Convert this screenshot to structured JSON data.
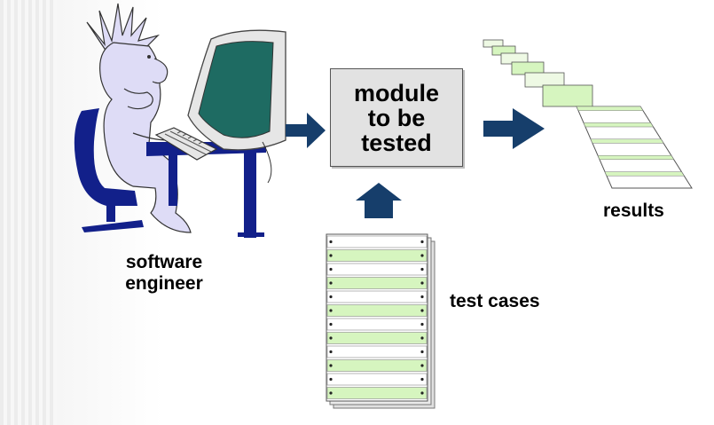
{
  "labels": {
    "software_engineer": "software\nengineer",
    "module": "module\nto be\ntested",
    "results": "results",
    "test_cases": "test cases"
  },
  "colors": {
    "arrow": "#163e6b",
    "paper_green": "#d6f5bf",
    "monitor_screen": "#1e6b62",
    "chair_desk": "#12208a",
    "figure": "#dedcf6"
  },
  "icons": [
    "software-engineer-figure",
    "computer-monitor-icon",
    "keyboard-icon",
    "arrow-right-icon",
    "arrow-up-icon",
    "test-cases-stack-icon",
    "results-printout-icon"
  ]
}
